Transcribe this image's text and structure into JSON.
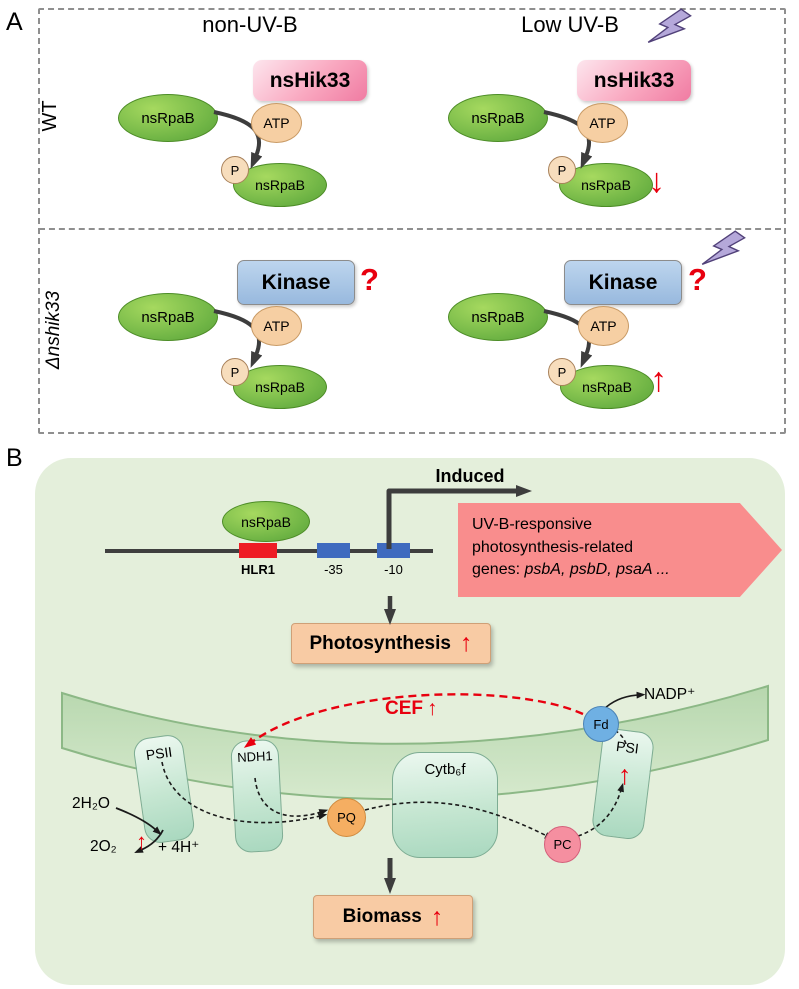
{
  "panel_a": {
    "label": "A",
    "header_non_uvb": "non-UV-B",
    "header_low_uvb": "Low UV-B",
    "row_wt": "WT",
    "row_mutant": "Δnshik33",
    "rpab": "nsRpaB",
    "hik33": "nsHik33",
    "kinase": "Kinase",
    "atp": "ATP",
    "phospho": "P",
    "question_mark": "?",
    "arrow_down": "↓",
    "arrow_up": "↑"
  },
  "panel_b": {
    "label": "B",
    "rpab": "nsRpaB",
    "hlr1": "HLR1",
    "box35": "-35",
    "box10": "-10",
    "induced": "Induced",
    "gene_line1": "UV-B-responsive",
    "gene_line2": "photosynthesis-related",
    "gene_line3_prefix": "genes: ",
    "gene_line3_genes": "psbA, psbD, psaA ...",
    "photosynthesis": "Photosynthesis",
    "biomass": "Biomass",
    "cef": "CEF",
    "arrow_up": "↑",
    "psii": "PSII",
    "ndh1": "NDH1",
    "cytb6f": "Cytb₆f",
    "psi": "PSI",
    "pq": "PQ",
    "pc": "PC",
    "fd": "Fd",
    "water": "2H₂O",
    "oxygen": "2O₂",
    "protons": "+ 4H⁺",
    "nadp": "NADP⁺"
  },
  "colors": {
    "red_accent": "#e8000f",
    "panel_b_bg": "#e4efdb",
    "rpab_green": "#6db344",
    "hik33_pink": "#f07ba2",
    "kinase_blue": "#98b9de",
    "gene_arrow_pink": "#f98d8d",
    "peach_box": "#f8cba4",
    "hlr1_red": "#ee1c25",
    "motif_blue": "#3f6bbf"
  }
}
